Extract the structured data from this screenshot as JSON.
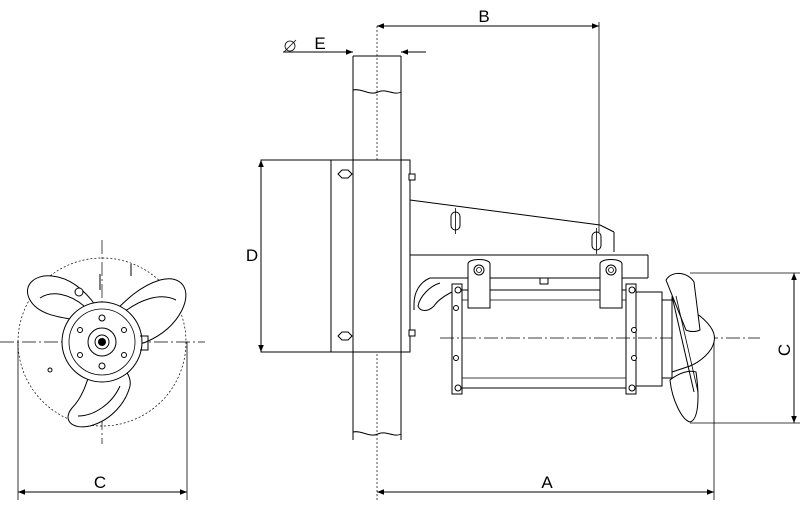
{
  "labels": {
    "b": "B",
    "e": "E",
    "d": "D",
    "c_front": "C",
    "c_side": "C",
    "a": "A"
  },
  "colors": {
    "line": "#000000",
    "background": "#ffffff"
  }
}
